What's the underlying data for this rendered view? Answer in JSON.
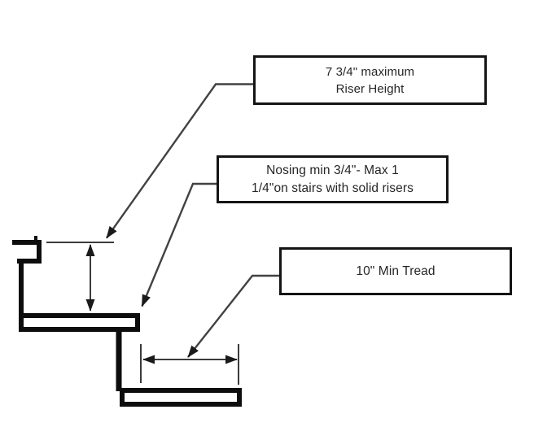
{
  "diagram": {
    "kind": "stair-code-dimensions-diagram",
    "background_color": "#ffffff",
    "outline_color": "#0d0d0d",
    "leader_color": "#424242",
    "dimension_color": "#3b3b3b",
    "box_border_color": "#141414",
    "text_color": "#262626",
    "icons": {
      "arrowhead": "solid-triangle-arrowhead",
      "riser_dimension": "vertical-double-headed-arrow",
      "tread_dimension": "horizontal-double-headed-arrow"
    },
    "labels": {
      "riser_height": {
        "line1": "7 3/4\" maximum",
        "line2": "Riser Height"
      },
      "nosing": {
        "line1": "Nosing min 3/4\"- Max 1",
        "line2": "1/4\"on stairs with solid risers"
      },
      "tread": {
        "line1": "10\" Min Tread"
      }
    }
  }
}
